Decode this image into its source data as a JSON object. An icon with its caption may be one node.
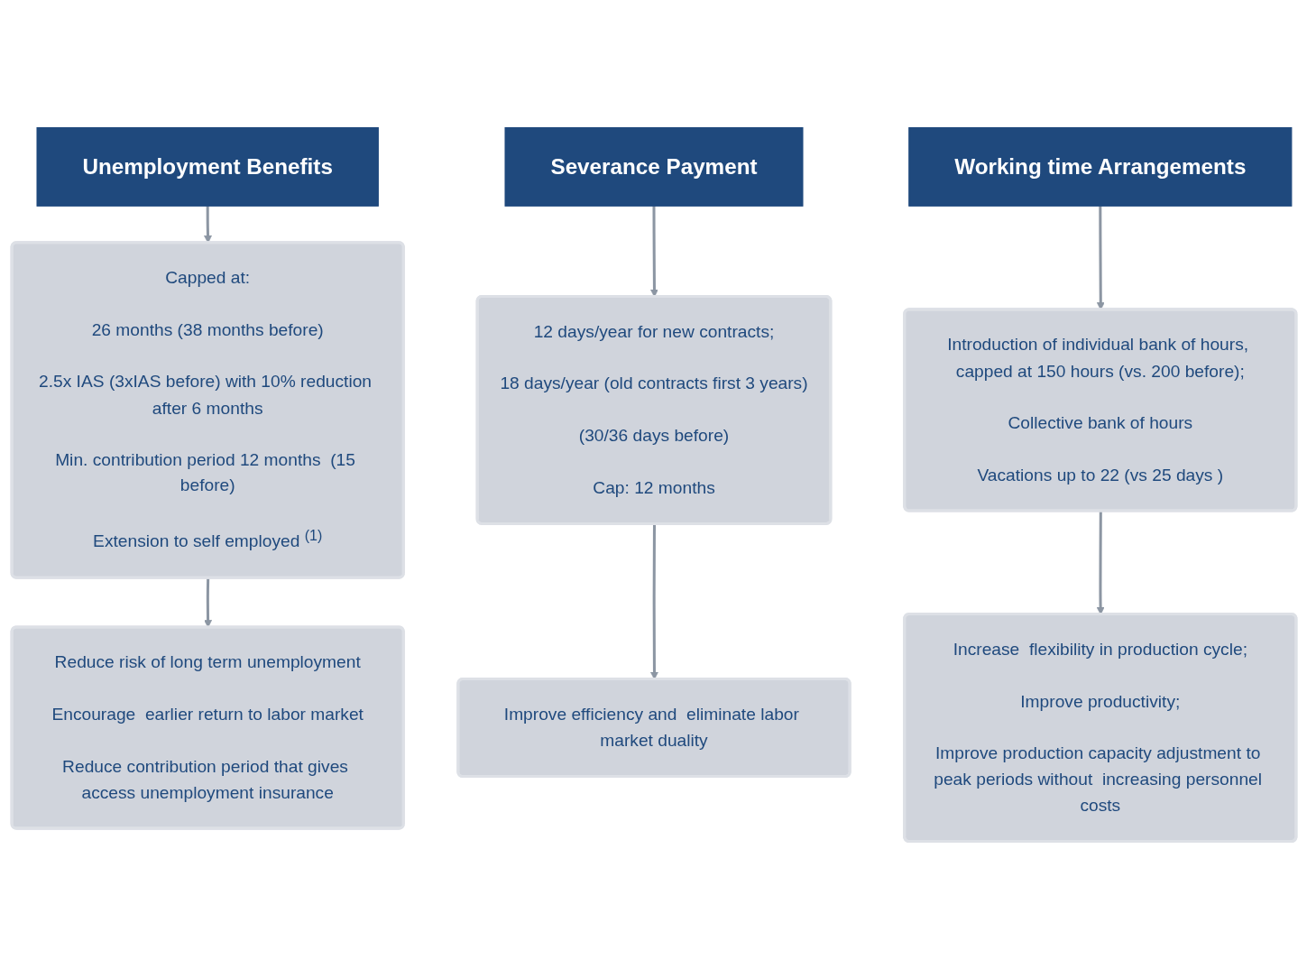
{
  "diagram": {
    "nodes": [
      {
        "text": [
          "Unemployment Benefits"
        ]
      },
      {
        "text": [
          "Severance Payment"
        ]
      },
      {
        "text": [
          "Working time Arrangements"
        ]
      },
      {
        "text": [
          "Capped at:",
          "26 months (38 months before)",
          "2.5x IAS (3xIAS before) with 10% reduction after 6 months",
          "Min. contribution period 12 months  (15 before)",
          "Extension to self employed $^{(1)}$"
        ]
      },
      {
        "text": [
          "12 days/year for new contracts;",
          "18 days/year (old contracts first 3 years)",
          "(30/36 days before)",
          "Cap: 12 months"
        ]
      },
      {
        "text": [
          "Introduction of individual bank of hours, capped at 150 hours (vs. 200 before);",
          "Collective bank of hours",
          "Vacations up to 22 (vs 25 days )"
        ]
      },
      {
        "text": [
          "Reduce risk of long term unemployment",
          "Encourage  earlier return to labor market",
          "Reduce contribution period that gives access unemployment insurance"
        ]
      },
      {
        "text": [
          "Improve efficiency and  eliminate labor market duality"
        ]
      },
      {
        "text": [
          "Increase  flexibility in production cycle;",
          "Improve productivity;",
          "Improve production capacity adjustment to peak periods without  increasing personnel costs"
        ]
      }
    ],
    "edges": [
      {
        "from": 0,
        "to": 3,
        "arrow": "to"
      },
      {
        "from": 3,
        "to": 6,
        "arrow": "to"
      },
      {
        "from": 1,
        "to": 4,
        "arrow": "to"
      },
      {
        "from": 4,
        "to": 7,
        "arrow": "to"
      },
      {
        "from": 2,
        "to": 5,
        "arrow": "to"
      },
      {
        "from": 5,
        "to": 8,
        "arrow": "to"
      }
    ]
  }
}
